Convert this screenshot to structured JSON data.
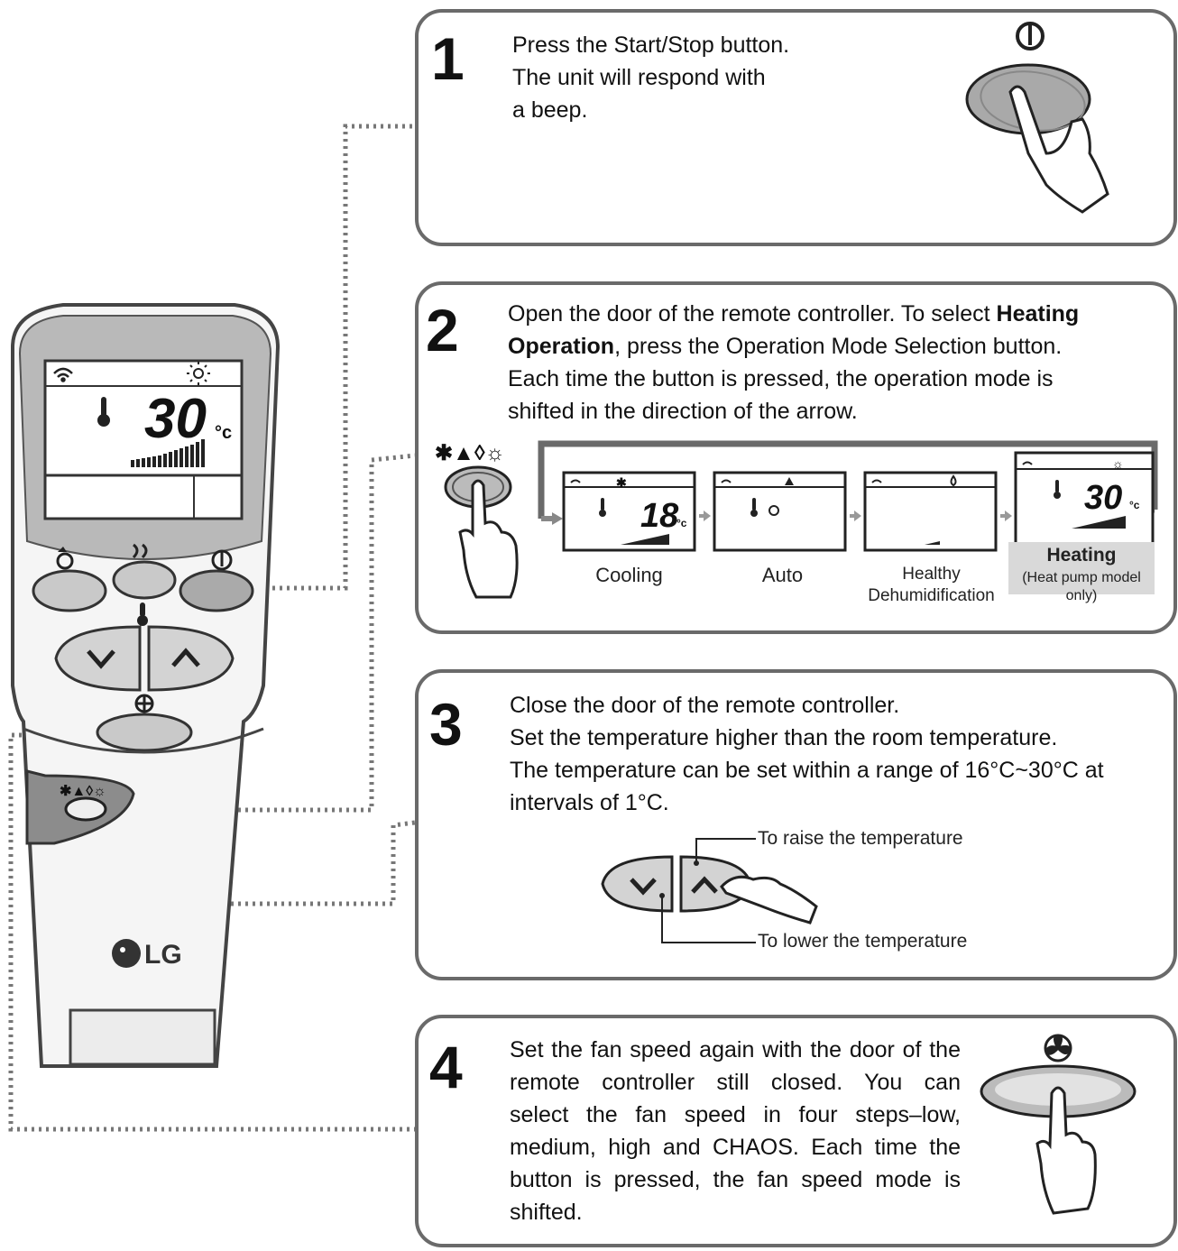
{
  "steps": [
    {
      "number": "1",
      "lines": [
        "Press the Start/Stop button.",
        "The unit will respond with",
        "a beep."
      ]
    },
    {
      "number": "2",
      "line1_a": "Open the door of the remote controller. To select ",
      "line1_b": "Heating",
      "line2_a": "Operation",
      "line2_b": ", press the Operation Mode Selection button.",
      "line3": "Each time the button is pressed, the operation mode is",
      "line4": "shifted in the direction of the arrow.",
      "modes": [
        {
          "label": "Cooling",
          "temp": "18"
        },
        {
          "label": "Auto"
        },
        {
          "label": "Healthy",
          "label2": "Dehumidification"
        },
        {
          "label": "Heating",
          "label2": "(Heat pump model only)",
          "temp": "30"
        }
      ],
      "unit": "°c"
    },
    {
      "number": "3",
      "lines": [
        "Close the door of the remote controller.",
        "Set the temperature higher than the room temperature.",
        "The temperature can be set within a range of 16°C~30°C at",
        "intervals of 1°C."
      ],
      "raise_label": "To raise the temperature",
      "lower_label": "To lower the temperature"
    },
    {
      "number": "4",
      "lines": [
        "Set the fan speed again with the door of the",
        "remote controller still closed. You can",
        "select the fan speed in four steps–low,",
        "medium, high and CHAOS. Each time the",
        "button is pressed, the fan speed mode is",
        "shifted."
      ]
    }
  ],
  "remote": {
    "display_temp": "30",
    "display_unit": "°c",
    "brand": "LG"
  }
}
